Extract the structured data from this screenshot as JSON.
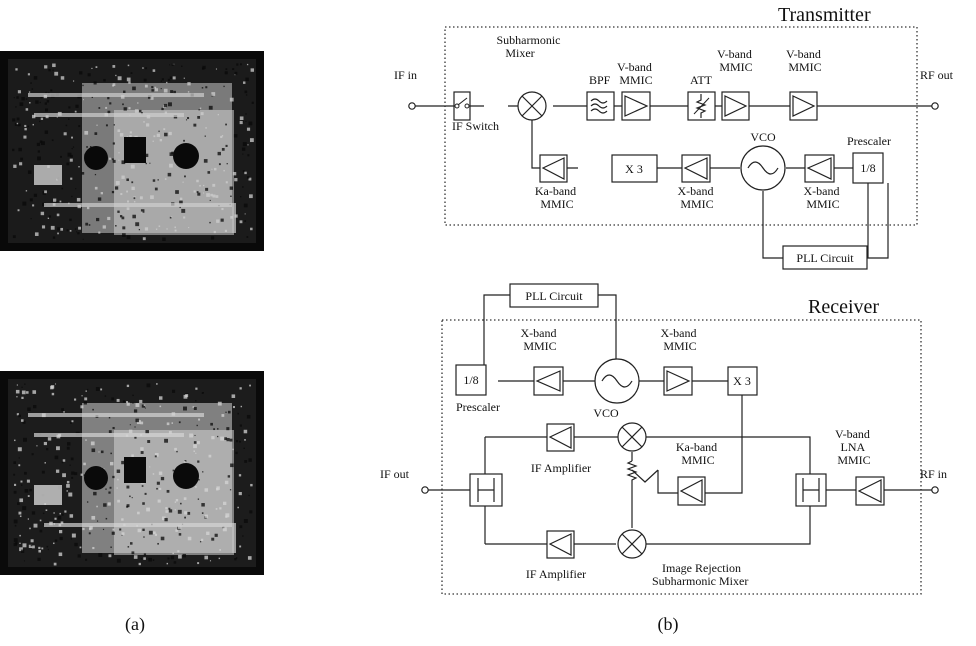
{
  "photos": [
    {
      "name": "transmitter-module-photo",
      "base": "#1b1b1b",
      "dark": "#090909",
      "light": "#cfcfcf",
      "mid": "#7a7a7a"
    },
    {
      "name": "receiver-module-photo",
      "base": "#1c1c1c",
      "dark": "#0a0a0a",
      "light": "#d4d4d4",
      "mid": "#808080"
    }
  ],
  "captions": {
    "a": "(a)",
    "b": "(b)"
  },
  "transmitter": {
    "title": "Transmitter",
    "if_in": "IF in",
    "rf_out": "RF out",
    "if_switch": "IF Switch",
    "mixer": [
      "Subharmonic",
      "Mixer"
    ],
    "bpf": "BPF",
    "vband1": [
      "V-band",
      "MMIC"
    ],
    "att": "ATT",
    "vband2": [
      "V-band",
      "MMIC"
    ],
    "vband3": [
      "V-band",
      "MMIC"
    ],
    "kaband": [
      "Ka-band",
      "MMIC"
    ],
    "x3": "X 3",
    "xband1": [
      "X-band",
      "MMIC"
    ],
    "vco": "VCO",
    "xband2": [
      "X-band",
      "MMIC"
    ],
    "prescaler": "Prescaler",
    "div": "1/8",
    "pll": "PLL Circuit"
  },
  "receiver": {
    "title": "Receiver",
    "pll": "PLL Circuit",
    "xband1": [
      "X-band",
      "MMIC"
    ],
    "xband2": [
      "X-band",
      "MMIC"
    ],
    "div": "1/8",
    "prescaler": "Prescaler",
    "vco": "VCO",
    "x3": "X 3",
    "if_amp1": "IF Amplifier",
    "if_amp2": "IF Amplifier",
    "kaband": [
      "Ka-band",
      "MMIC"
    ],
    "if_out": "IF out",
    "rf_in": "RF in",
    "lna": [
      "V-band",
      "LNA",
      "MMIC"
    ],
    "irm": [
      "Image Rejection",
      "Subharmonic Mixer"
    ]
  }
}
